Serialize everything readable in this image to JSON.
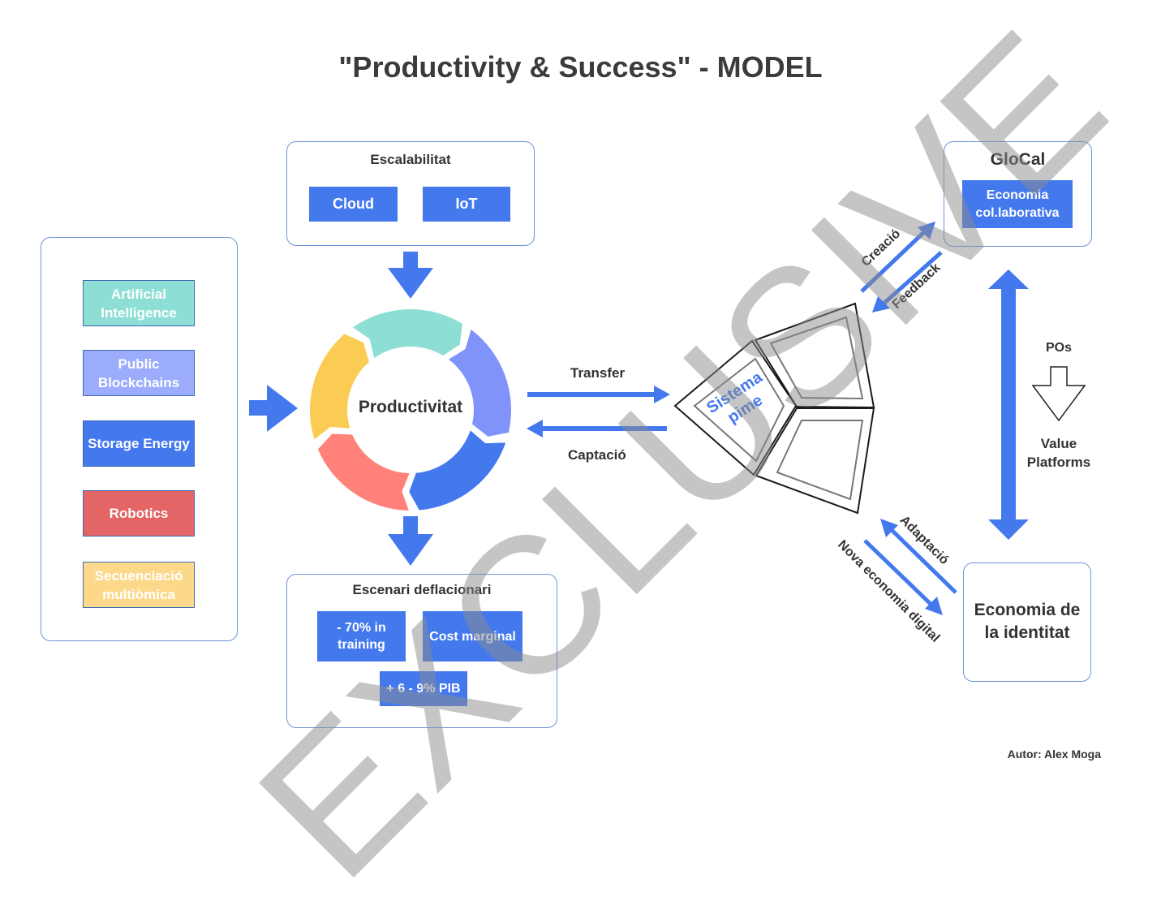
{
  "title": "\"Productivity & Success\" - MODEL",
  "technologies": [
    {
      "label": "Artificial Intelligence",
      "color": "#8ddfd5"
    },
    {
      "label": "Public Blockchains",
      "color": "#9cacfd"
    },
    {
      "label": "Storage Energy",
      "color": "#4479ee"
    },
    {
      "label": "Robotics",
      "color": "#e36565"
    },
    {
      "label": "Secuenciació multiòmica",
      "color": "#fcd88a"
    }
  ],
  "scalability": {
    "title": "Escalabilitat",
    "items": [
      "Cloud",
      "IoT"
    ]
  },
  "center": {
    "label": "Productivitat",
    "segment_colors": [
      "#8ddfd5",
      "#7f93fb",
      "#4479ee",
      "#ff817a",
      "#fbcc53"
    ]
  },
  "deflation": {
    "title": "Escenari deflacionari",
    "items": [
      "- 70% in training",
      "Cost marginal",
      "+ 6 - 9% PIB"
    ]
  },
  "flows": {
    "transfer": "Transfer",
    "capture": "Captació"
  },
  "sme": {
    "label": "Sistema pime"
  },
  "glocal": {
    "title": "GloCal",
    "item": "Economia col.laborativa"
  },
  "arrows_top": {
    "creation": "Creació",
    "feedback": "Feedback"
  },
  "value": {
    "pos": "POs",
    "platforms": "Value Platforms"
  },
  "identity": {
    "label": "Economia de la identitat"
  },
  "arrows_bottom": {
    "adaptation": "Adaptació",
    "digital": "Nova economia digital"
  },
  "watermark": "EXCLUSIVE",
  "author": "Autor: Alex Moga",
  "accent_color": "#4479ee",
  "panel_border_color": "#6d93d8"
}
